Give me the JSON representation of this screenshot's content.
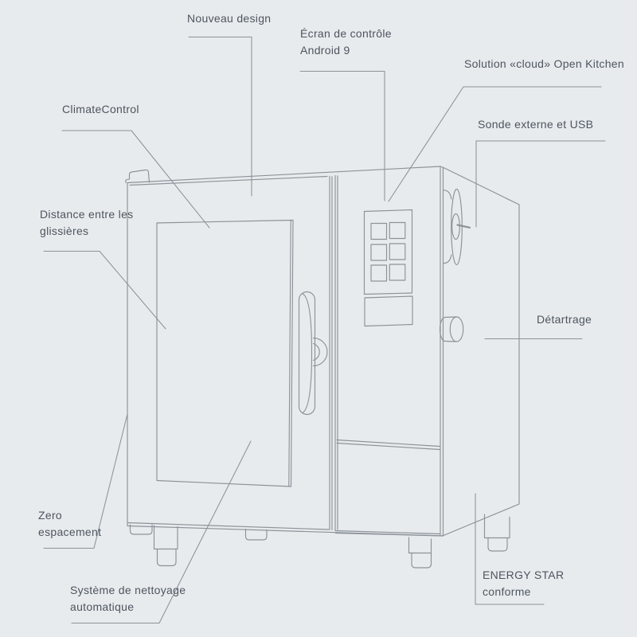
{
  "colors": {
    "background": "#e8ebed",
    "line": "#8b9299",
    "text": "#4d5560"
  },
  "labels": {
    "nouveau_design": {
      "text": "Nouveau design"
    },
    "ecran": {
      "line1": "Écran de contrôle",
      "line2": "Android 9"
    },
    "solution_cloud": {
      "text": "Solution «cloud» Open Kitchen"
    },
    "sonde": {
      "text": "Sonde externe et USB"
    },
    "climate_control": {
      "text": "ClimateControl"
    },
    "distance": {
      "line1": "Distance entre les",
      "line2": "glissières"
    },
    "detartrage": {
      "text": "Détartrage"
    },
    "zero": {
      "line1": "Zero",
      "line2": "espacement"
    },
    "nettoyage": {
      "line1": "Système de nettoyage",
      "line2": "automatique"
    },
    "energy_star": {
      "line1": "ENERGY STAR",
      "line2": "conforme"
    }
  }
}
